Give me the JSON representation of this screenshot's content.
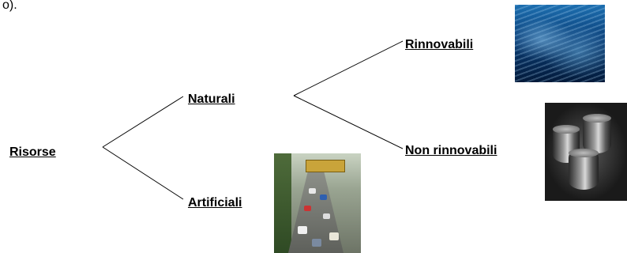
{
  "intro_text": "o).",
  "nodes": {
    "root": "Risorse",
    "natural": "Naturali",
    "artificial": "Artificiali",
    "renewable": "Rinnovabili",
    "nonrenewable": "Non rinnovabili"
  },
  "images": {
    "renewable": "underwater-fish-photo",
    "nonrenewable": "oil-barrels-photo",
    "artificial": "highway-traffic-photo"
  },
  "colors": {
    "text": "#000000",
    "line": "#000000",
    "background": "#ffffff"
  }
}
